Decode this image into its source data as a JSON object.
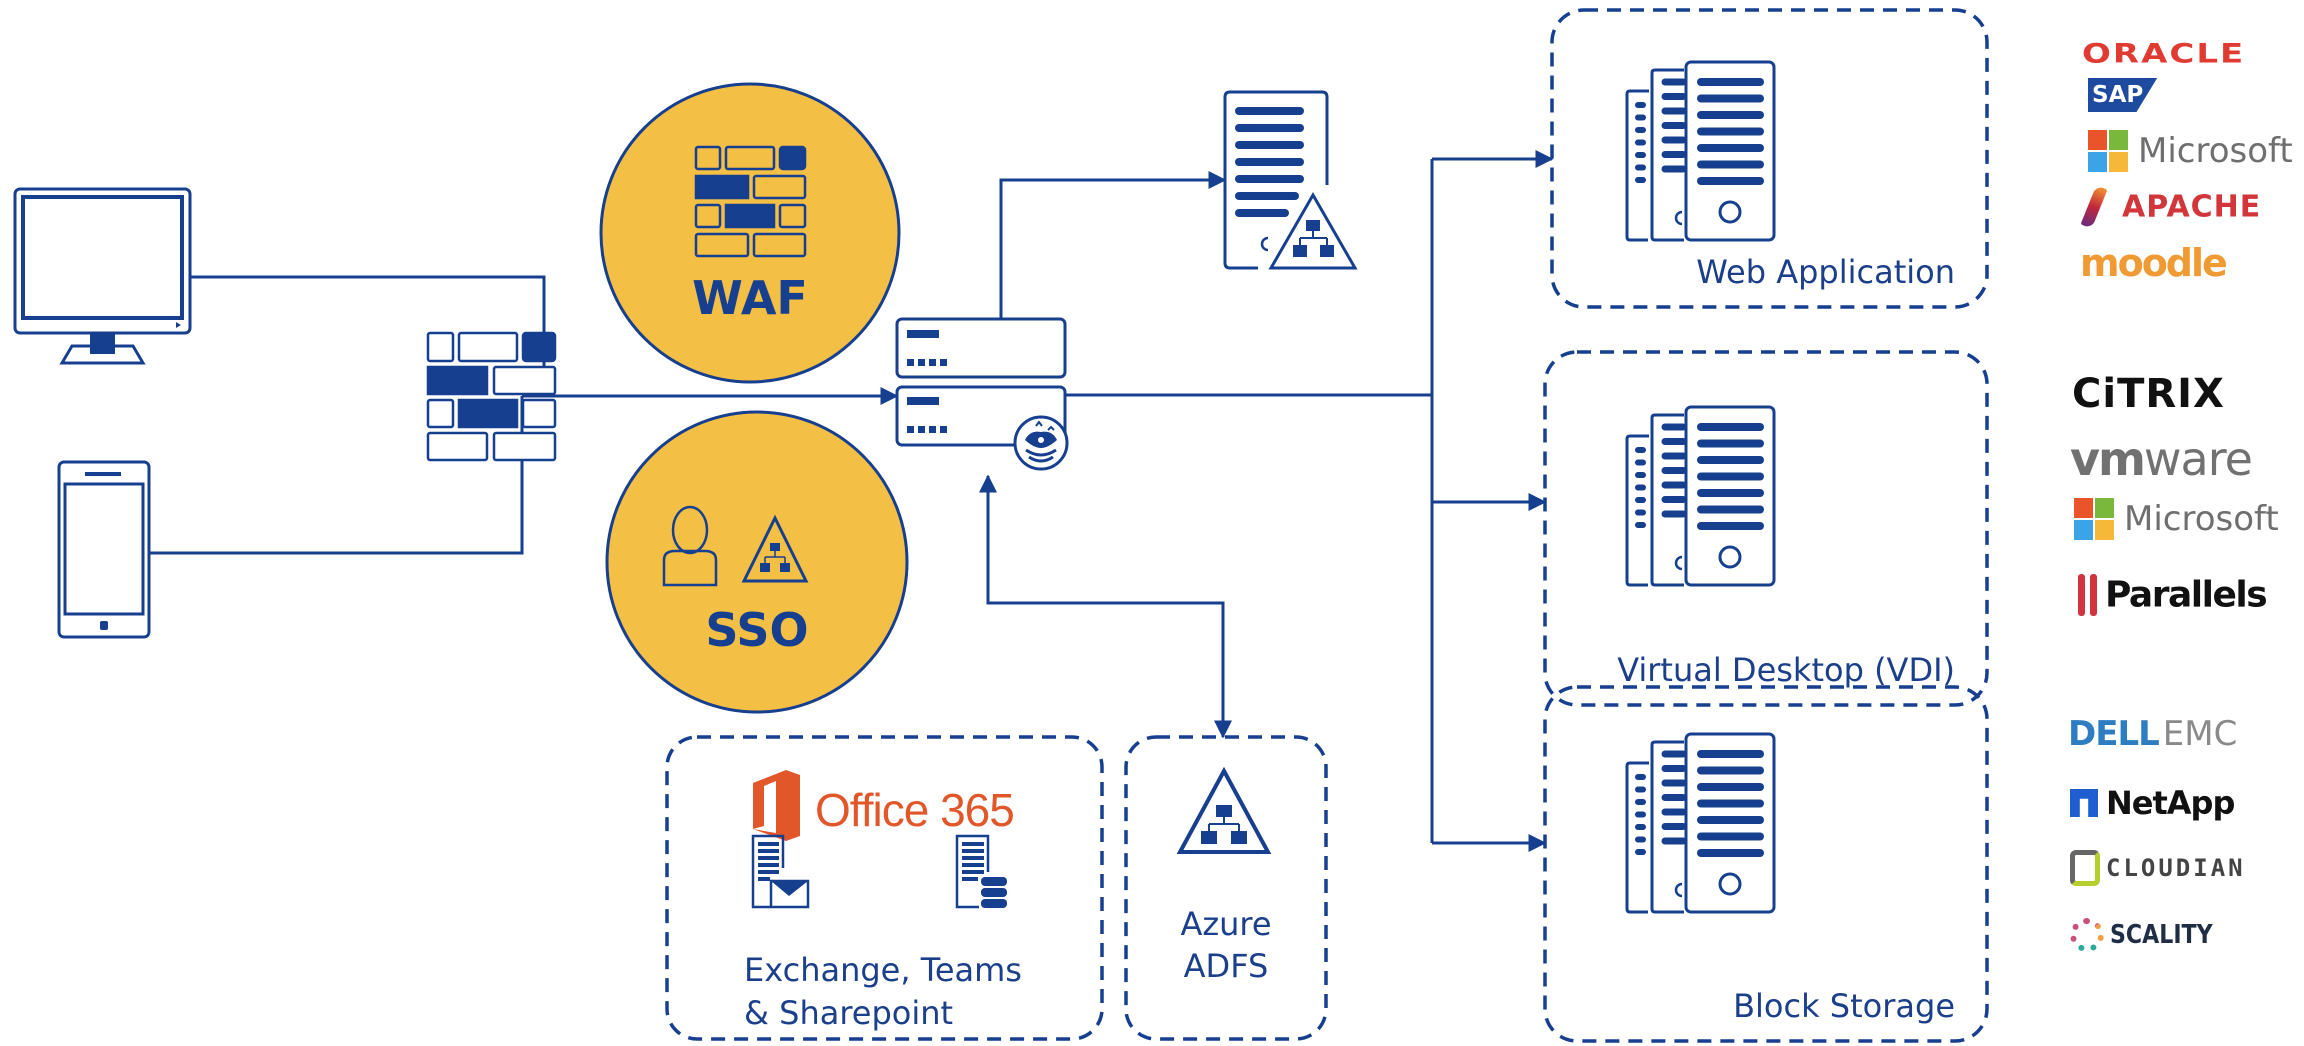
{
  "colors": {
    "primary": "#173f8f",
    "circle_fill": "#f3bf45",
    "office_orange": "#e2572a"
  },
  "clients": [
    {
      "name": "desktop-computer",
      "icon": "monitor-icon"
    },
    {
      "name": "mobile-phone",
      "icon": "smartphone-icon"
    }
  ],
  "firewall": {
    "icon": "firewall-icon"
  },
  "features": {
    "waf": {
      "label": "WAF",
      "icon": "firewall-icon"
    },
    "sso": {
      "label": "SSO",
      "icons": [
        "user-icon",
        "directory-triangle-icon"
      ]
    }
  },
  "adc": {
    "icon": "load-balancer-appliance-icon",
    "badge": "cloud-layers-badge-icon"
  },
  "directory_server": {
    "icon": "server-directory-icon"
  },
  "office_box": {
    "logo_text": "Office 365",
    "line1": "Exchange, Teams",
    "line2": "& Sharepoint",
    "icons": [
      "mail-server-icon",
      "database-server-icon"
    ]
  },
  "azure_box": {
    "line1": "Azure",
    "line2": "ADFS",
    "icon": "directory-triangle-icon"
  },
  "targets": [
    {
      "label": "Web Application",
      "vendors": [
        "ORACLE",
        "SAP",
        "Microsoft",
        "APACHE",
        "moodle"
      ]
    },
    {
      "label": "Virtual Desktop (VDI)",
      "vendors": [
        "CiTRIX",
        "vmware",
        "Microsoft",
        "Parallels"
      ]
    },
    {
      "label": "Block Storage",
      "vendors": [
        "DƐLLEMC",
        "NetApp",
        "CLOUDIAN",
        "SCALITY"
      ]
    }
  ],
  "vendor_logos": {
    "oracle": "ORACLE",
    "sap": "SAP",
    "microsoft": "Microsoft",
    "apache": "APACHE",
    "moodle": "moodle",
    "citrix": "CiTRIX",
    "vmware_vm": "vm",
    "vmware_ware": "ware",
    "parallels": "Parallels",
    "dell": "DELL",
    "emc": "EMC",
    "netapp": "NetApp",
    "cloudian": "CLOUDIAN",
    "scality": "SCALITY"
  }
}
